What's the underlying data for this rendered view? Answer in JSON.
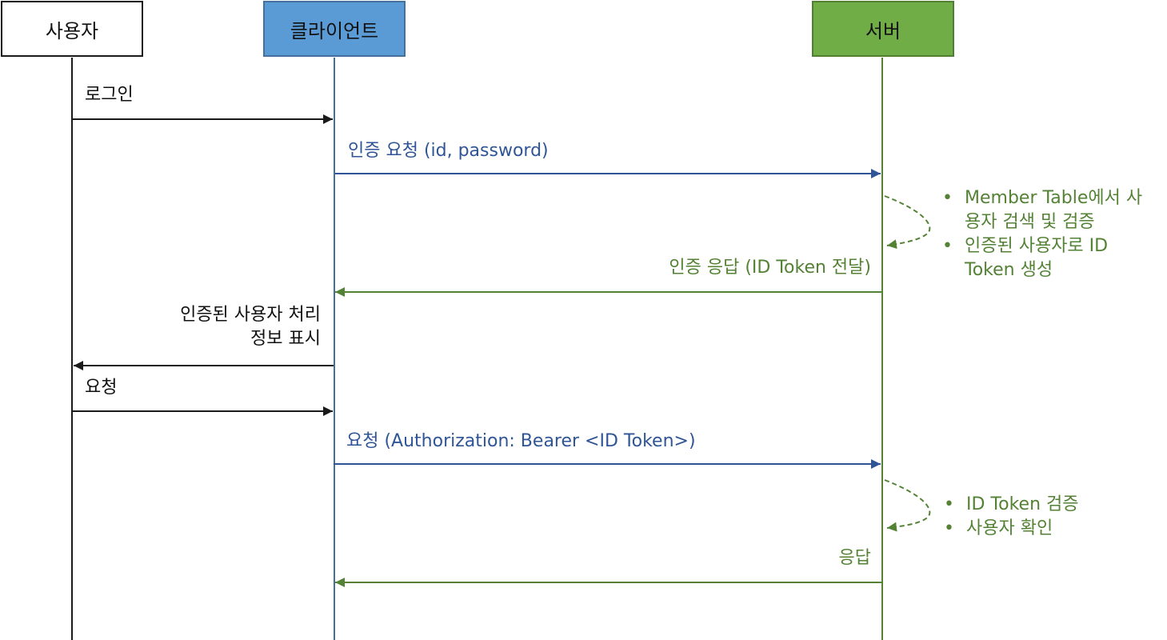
{
  "actors": {
    "user": "사용자",
    "client": "클라이언트",
    "server": "서버"
  },
  "messages": {
    "login": "로그인",
    "auth_request": "인증 요청 (id, password)",
    "auth_response": "인증 응답 (ID Token 전달)",
    "display_line1": "인증된 사용자 처리",
    "display_line2": "정보 표시",
    "request": "요청",
    "bearer_request": "요청 (Authorization: Bearer <ID Token>)",
    "response": "응답"
  },
  "notes": {
    "first": [
      "Member Table에서 사용자 검색 및 검증",
      "인증된 사용자로 ID Token 생성"
    ],
    "second": [
      "ID Token 검증",
      "사용자 확인"
    ]
  },
  "colors": {
    "user_border": "#1a1a1a",
    "client_fill": "#5b9bd5",
    "client_border": "#41719c",
    "server_fill": "#70ad47",
    "server_border": "#507e32",
    "blue_text": "#2f5597",
    "green_text": "#548235"
  }
}
